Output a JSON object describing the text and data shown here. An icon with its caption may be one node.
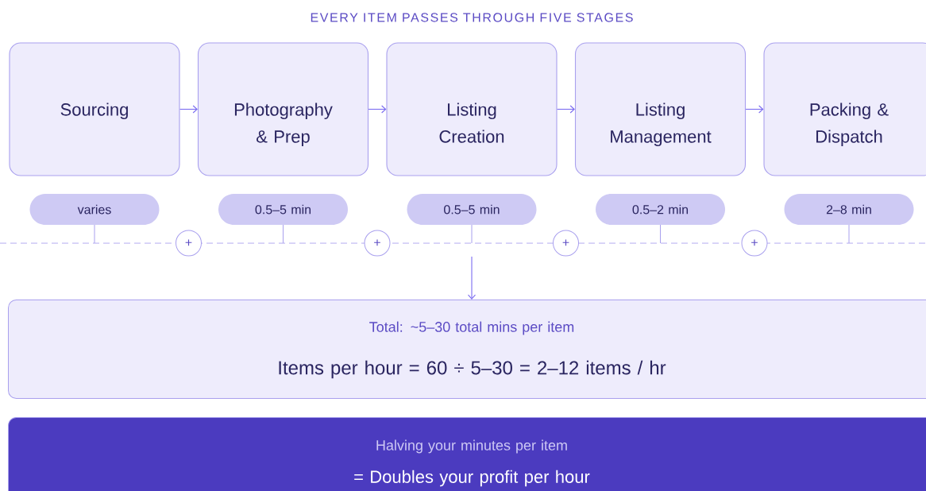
{
  "diagram": {
    "title": "EVERY ITEM PASSES THROUGH FIVE STAGES",
    "nodes": [
      {
        "text": [
          "Sourcing"
        ]
      },
      {
        "text": [
          "Photography & Prep"
        ]
      },
      {
        "text": [
          "Listing Creation"
        ]
      },
      {
        "text": [
          "Listing Management"
        ]
      },
      {
        "text": [
          "Packing & Dispatch"
        ]
      },
      {
        "text": [
          "varies"
        ]
      },
      {
        "text": [
          "0.5–5 min"
        ]
      },
      {
        "text": [
          "0.5–5 min"
        ]
      },
      {
        "text": [
          "0.5–2 min"
        ]
      },
      {
        "text": [
          "2–8 min"
        ]
      },
      {
        "text": [
          "+"
        ]
      },
      {
        "text": [
          "+"
        ]
      },
      {
        "text": [
          "+"
        ]
      },
      {
        "text": [
          "+"
        ]
      },
      {
        "text": [
          "Total: ~5–30 total mins per item",
          "Items per hour = 60 ÷ 5–30 = 2–12 items / hr"
        ]
      },
      {
        "text": [
          "Halving your minutes per item",
          "= Doubles your profit per hour"
        ]
      }
    ],
    "edges": [
      {
        "from": 0,
        "to": 1,
        "arrow": "to"
      },
      {
        "from": 1,
        "to": 2,
        "arrow": "to"
      },
      {
        "from": 2,
        "to": 3,
        "arrow": "to"
      },
      {
        "from": 3,
        "to": 4,
        "arrow": "to"
      },
      {
        "from": null,
        "to": 14,
        "arrow": "to"
      }
    ]
  }
}
